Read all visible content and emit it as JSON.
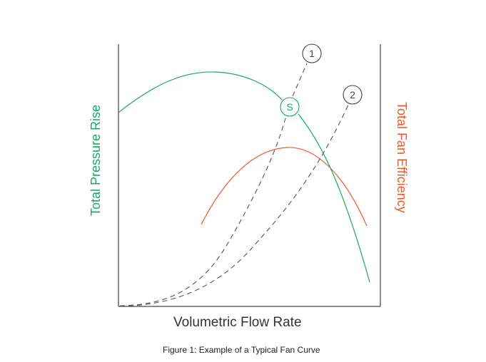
{
  "figure": {
    "caption": "Figure 1: Example of a Typical Fan Curve",
    "xlabel": "Volumetric Flow Rate",
    "ylabel_left": "Total Pressure Rise",
    "ylabel_right": "Total Fan Efficiency",
    "markers": {
      "system_1": "1",
      "system_2": "2",
      "operating_point": "S"
    },
    "colors": {
      "pressure": "#1aa865",
      "efficiency": "#f0582a",
      "system": "#555555"
    }
  },
  "chart_data": {
    "type": "line",
    "title": "Figure 1: Example of a Typical Fan Curve",
    "xlabel": "Volumetric Flow Rate",
    "ylabel": "Total Pressure Rise",
    "ylabel_secondary": "Total Fan Efficiency",
    "grid": false,
    "series": [
      {
        "name": "Total Pressure Rise (fan curve)",
        "style": "solid",
        "color": "#1aa865"
      },
      {
        "name": "Total Fan Efficiency",
        "style": "solid",
        "color": "#f0582a",
        "axis": "secondary"
      },
      {
        "name": "System curve 1",
        "style": "dashed",
        "label": "1"
      },
      {
        "name": "System curve 2",
        "style": "dashed",
        "label": "2"
      }
    ],
    "annotations": [
      {
        "label": "S",
        "description": "operating point at intersection of fan curve and system curve 1"
      }
    ]
  }
}
